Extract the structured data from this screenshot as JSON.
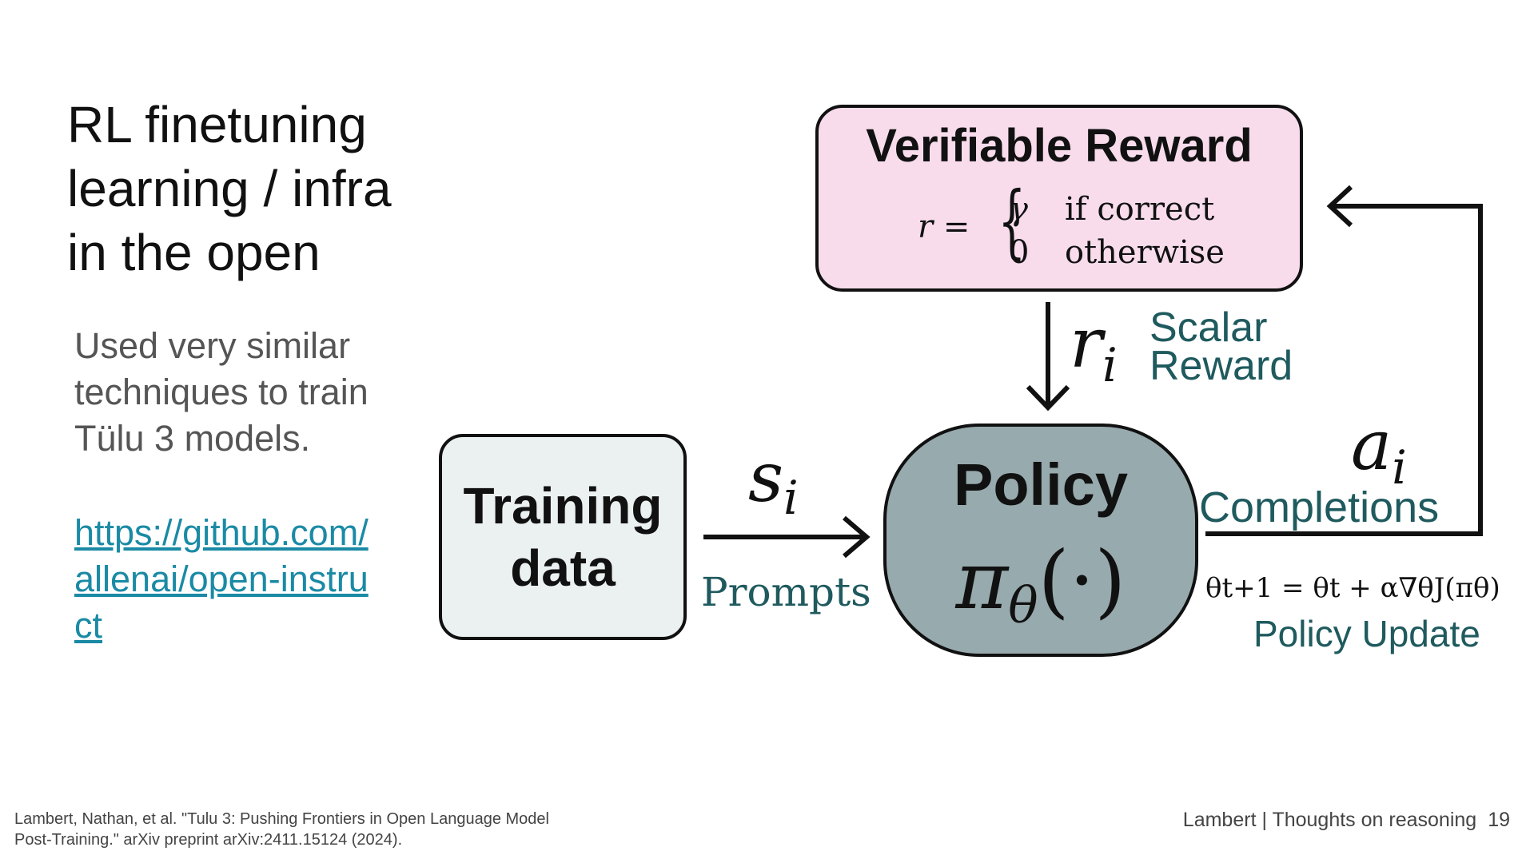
{
  "slide": {
    "title": "RL finetuning\nlearning / infra\nin the open",
    "body": "Used very similar\ntechniques to train\nTülu 3 models.",
    "link": "https://github.com/\nallenai/open-instru\nct",
    "citation": "Lambert, Nathan, et al. \"Tulu  3: Pushing Frontiers in Open Language Model\nPost-Training.\" arXiv preprint arXiv:2411.15124 (2024).",
    "footer": "Lambert | Thoughts on reasoning",
    "page_number": "19"
  },
  "diagram": {
    "reward_box": {
      "title": "Verifiable Reward",
      "formula_lhs": "r =",
      "case1_value": "γ",
      "case1_condition": "if correct",
      "case2_value": "0",
      "case2_condition": "otherwise"
    },
    "training_box": {
      "label": "Training\ndata"
    },
    "policy_box": {
      "title": "Policy",
      "symbol": "π",
      "subscript": "θ",
      "argument": "(·)"
    },
    "prompts": {
      "variable": "s",
      "subscript": "i",
      "label": "Prompts"
    },
    "scalar_reward": {
      "variable": "r",
      "subscript": "i",
      "label": "Scalar\nReward"
    },
    "completions": {
      "variable": "a",
      "subscript": "i",
      "label": "Completions"
    },
    "policy_update": {
      "equation": "θt+1 = θt + α∇θJ(πθ)",
      "label": "Policy Update"
    }
  },
  "colors": {
    "reward_fill": "#f8dcec",
    "training_fill": "#ebf0f0",
    "policy_fill": "#97aaad",
    "label_teal": "#1f5a5e",
    "link": "#1a8aa5"
  }
}
